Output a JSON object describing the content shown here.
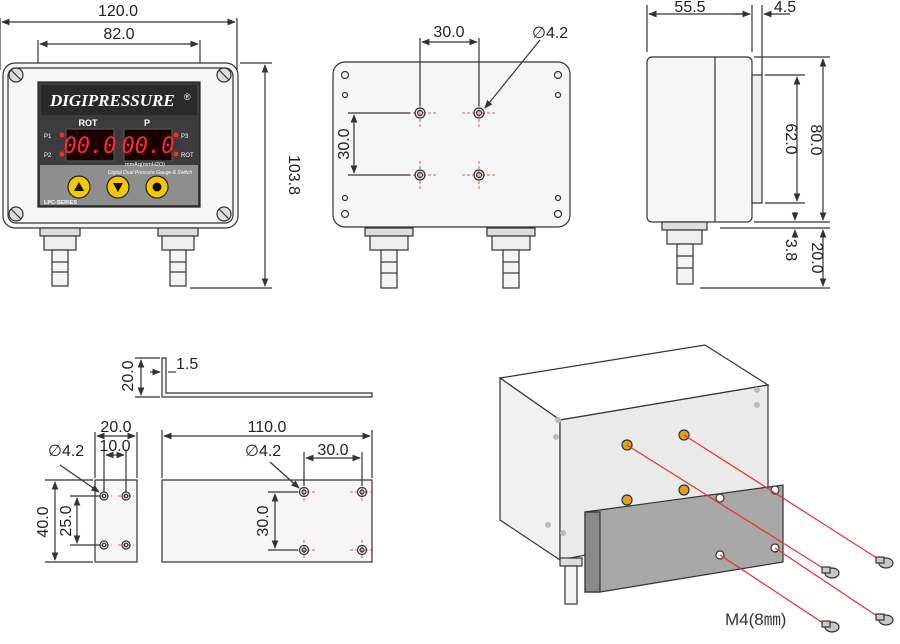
{
  "front": {
    "width": "120.0",
    "panel_width": "82.0",
    "height": "103.8",
    "brand": "DIGIPRESSURE",
    "brand_mark": "®",
    "label_rot": "ROT",
    "label_p": "P",
    "label_p1": "P1",
    "label_p2": "P2",
    "label_p3": "P3",
    "label_rot_right": "ROT",
    "display_left": "00.0",
    "display_right": "00.0",
    "unit_text": "mmAq(mmH2O)",
    "subtitle": "Digital Dual Pressure Gauge & Switch",
    "series": "LPC-SERIES"
  },
  "back": {
    "hole_spacing_x": "30.0",
    "hole_dia": "∅4.2",
    "hole_spacing_y": "30.0"
  },
  "side": {
    "depth": "55.5",
    "flange": "4.5",
    "inner_height": "62.0",
    "outer_height": "80.0",
    "bottom_gap": "3.8",
    "fitting_len": "20.0"
  },
  "bracket_profile": {
    "height": "20.0",
    "thickness": "1.5"
  },
  "bracket_small": {
    "width": "20.0",
    "hole_spacing_x": "10.0",
    "hole_dia": "∅4.2",
    "height": "40.0",
    "hole_spacing_y": "25.0"
  },
  "bracket_large": {
    "width": "110.0",
    "hole_dia": "∅4.2",
    "hole_spacing_x": "30.0",
    "hole_spacing_y": "30.0"
  },
  "iso": {
    "screw_label": "M4(8㎜)"
  },
  "colors": {
    "line": "#333333",
    "center_line": "#e83030",
    "panel": "#3c3c3c",
    "display_red": "#ff2a2a",
    "button_yellow": "#f6c700",
    "box_fill": "#f4f4f4"
  }
}
